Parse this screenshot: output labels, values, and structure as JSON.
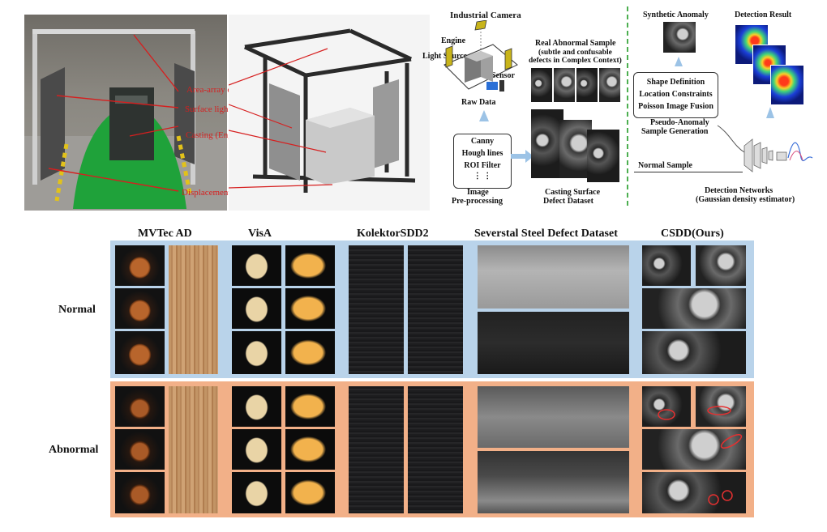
{
  "photo_labels": {
    "area_camera": "Area-array camera",
    "light_source": "Surface light source",
    "casting": "Casting (Engine)",
    "platform": "Displacement plantform"
  },
  "pipeline": {
    "industrial_camera": "Industrial Camera",
    "engine": "Engine",
    "light_source": "Light Source",
    "sensor": "Sensor",
    "raw_data": "Raw Data",
    "real_sample_title": "Real Abnormal Sample",
    "real_sample_sub1": "(subtle and confusable",
    "real_sample_sub2": "defects in Complex Context)",
    "prep_items": [
      "Canny",
      "Hough lines",
      "ROI Filter",
      "⋮ ⋮"
    ],
    "prep_caption1": "Image",
    "prep_caption2": "Pre-processing",
    "dataset_caption1": "Casting Surface",
    "dataset_caption2": "Defect Dataset",
    "synthetic_anomaly": "Synthetic Anomaly",
    "detection_result": "Detection Result",
    "gen_items": [
      "Shape Definition",
      "Location Constraints",
      "Poisson Image Fusion"
    ],
    "gen_caption1": "Pseudo-Anomaly",
    "gen_caption2": "Sample Generation",
    "normal_sample": "Normal Sample",
    "net_caption1": "Detection Networks",
    "net_caption2": "(Gaussian density estimator)"
  },
  "comparison": {
    "columns": [
      "MVTec AD",
      "VisA",
      "KolektorSDD2",
      "Severstal Steel Defect Dataset",
      "CSDD(Ours)"
    ],
    "rows": [
      "Normal",
      "Abnormal"
    ]
  },
  "colors": {
    "normal_band": "#b9d3ea",
    "abnormal_band": "#f2b088",
    "annotation_red": "#d61f1f",
    "arrow_blue": "#9cc3e6",
    "divider_green": "#4caf50"
  }
}
